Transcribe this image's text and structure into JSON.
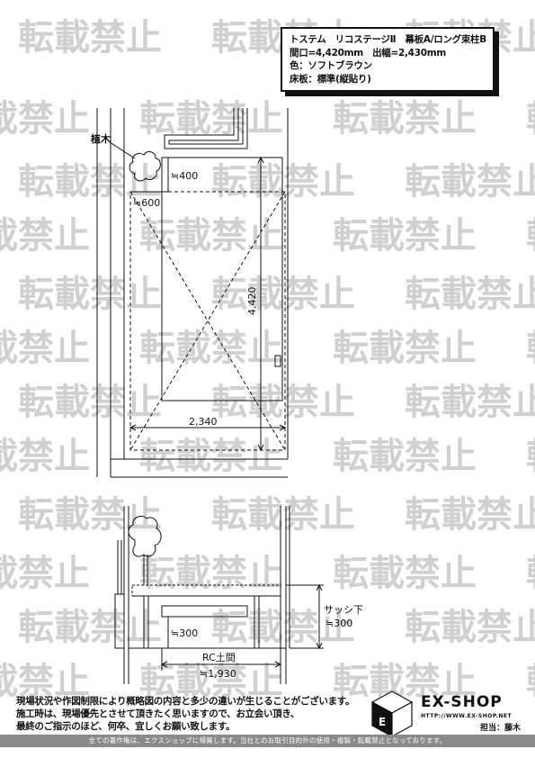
{
  "watermark": {
    "text": "転載禁止"
  },
  "spec": {
    "line1": "トステム　リコステージⅡ　幕板A/ロング束柱B",
    "line2": "間口=4,420mm　出幅=2,430mm",
    "line3": "色：ソフトブラウン",
    "line4": "床板：標準(縦貼り)"
  },
  "plan": {
    "tree_label": "植木",
    "dim_400": "≒400",
    "dim_600": "≒600",
    "dim_depth": "4,420",
    "dim_width": "2,340"
  },
  "elevation": {
    "sash_label": "サッシ下",
    "sash_dim": "≒300",
    "step_dim": "≒300",
    "rc_label": "RC土間",
    "rc_dim": "≒1,930"
  },
  "notes": {
    "line1": "現場状況や作図制限により概略図の内容と多少の違いが生じることがございます。",
    "line2": "施工時は、現場優先とさせて頂きたく思いますので、お立会い頂き、",
    "line3": "最終のご指示のほど、何卒、宜しくお願い致します。"
  },
  "logo": {
    "name": "EX-SHOP",
    "url": "HTTP://WWW.EX-SHOP.NET",
    "staff": "担当：藤木"
  },
  "footer": "全ての著作権は、エクスショップに帰属します。当社とのお取引目的外の使用・複製・転載禁止となっております。"
}
